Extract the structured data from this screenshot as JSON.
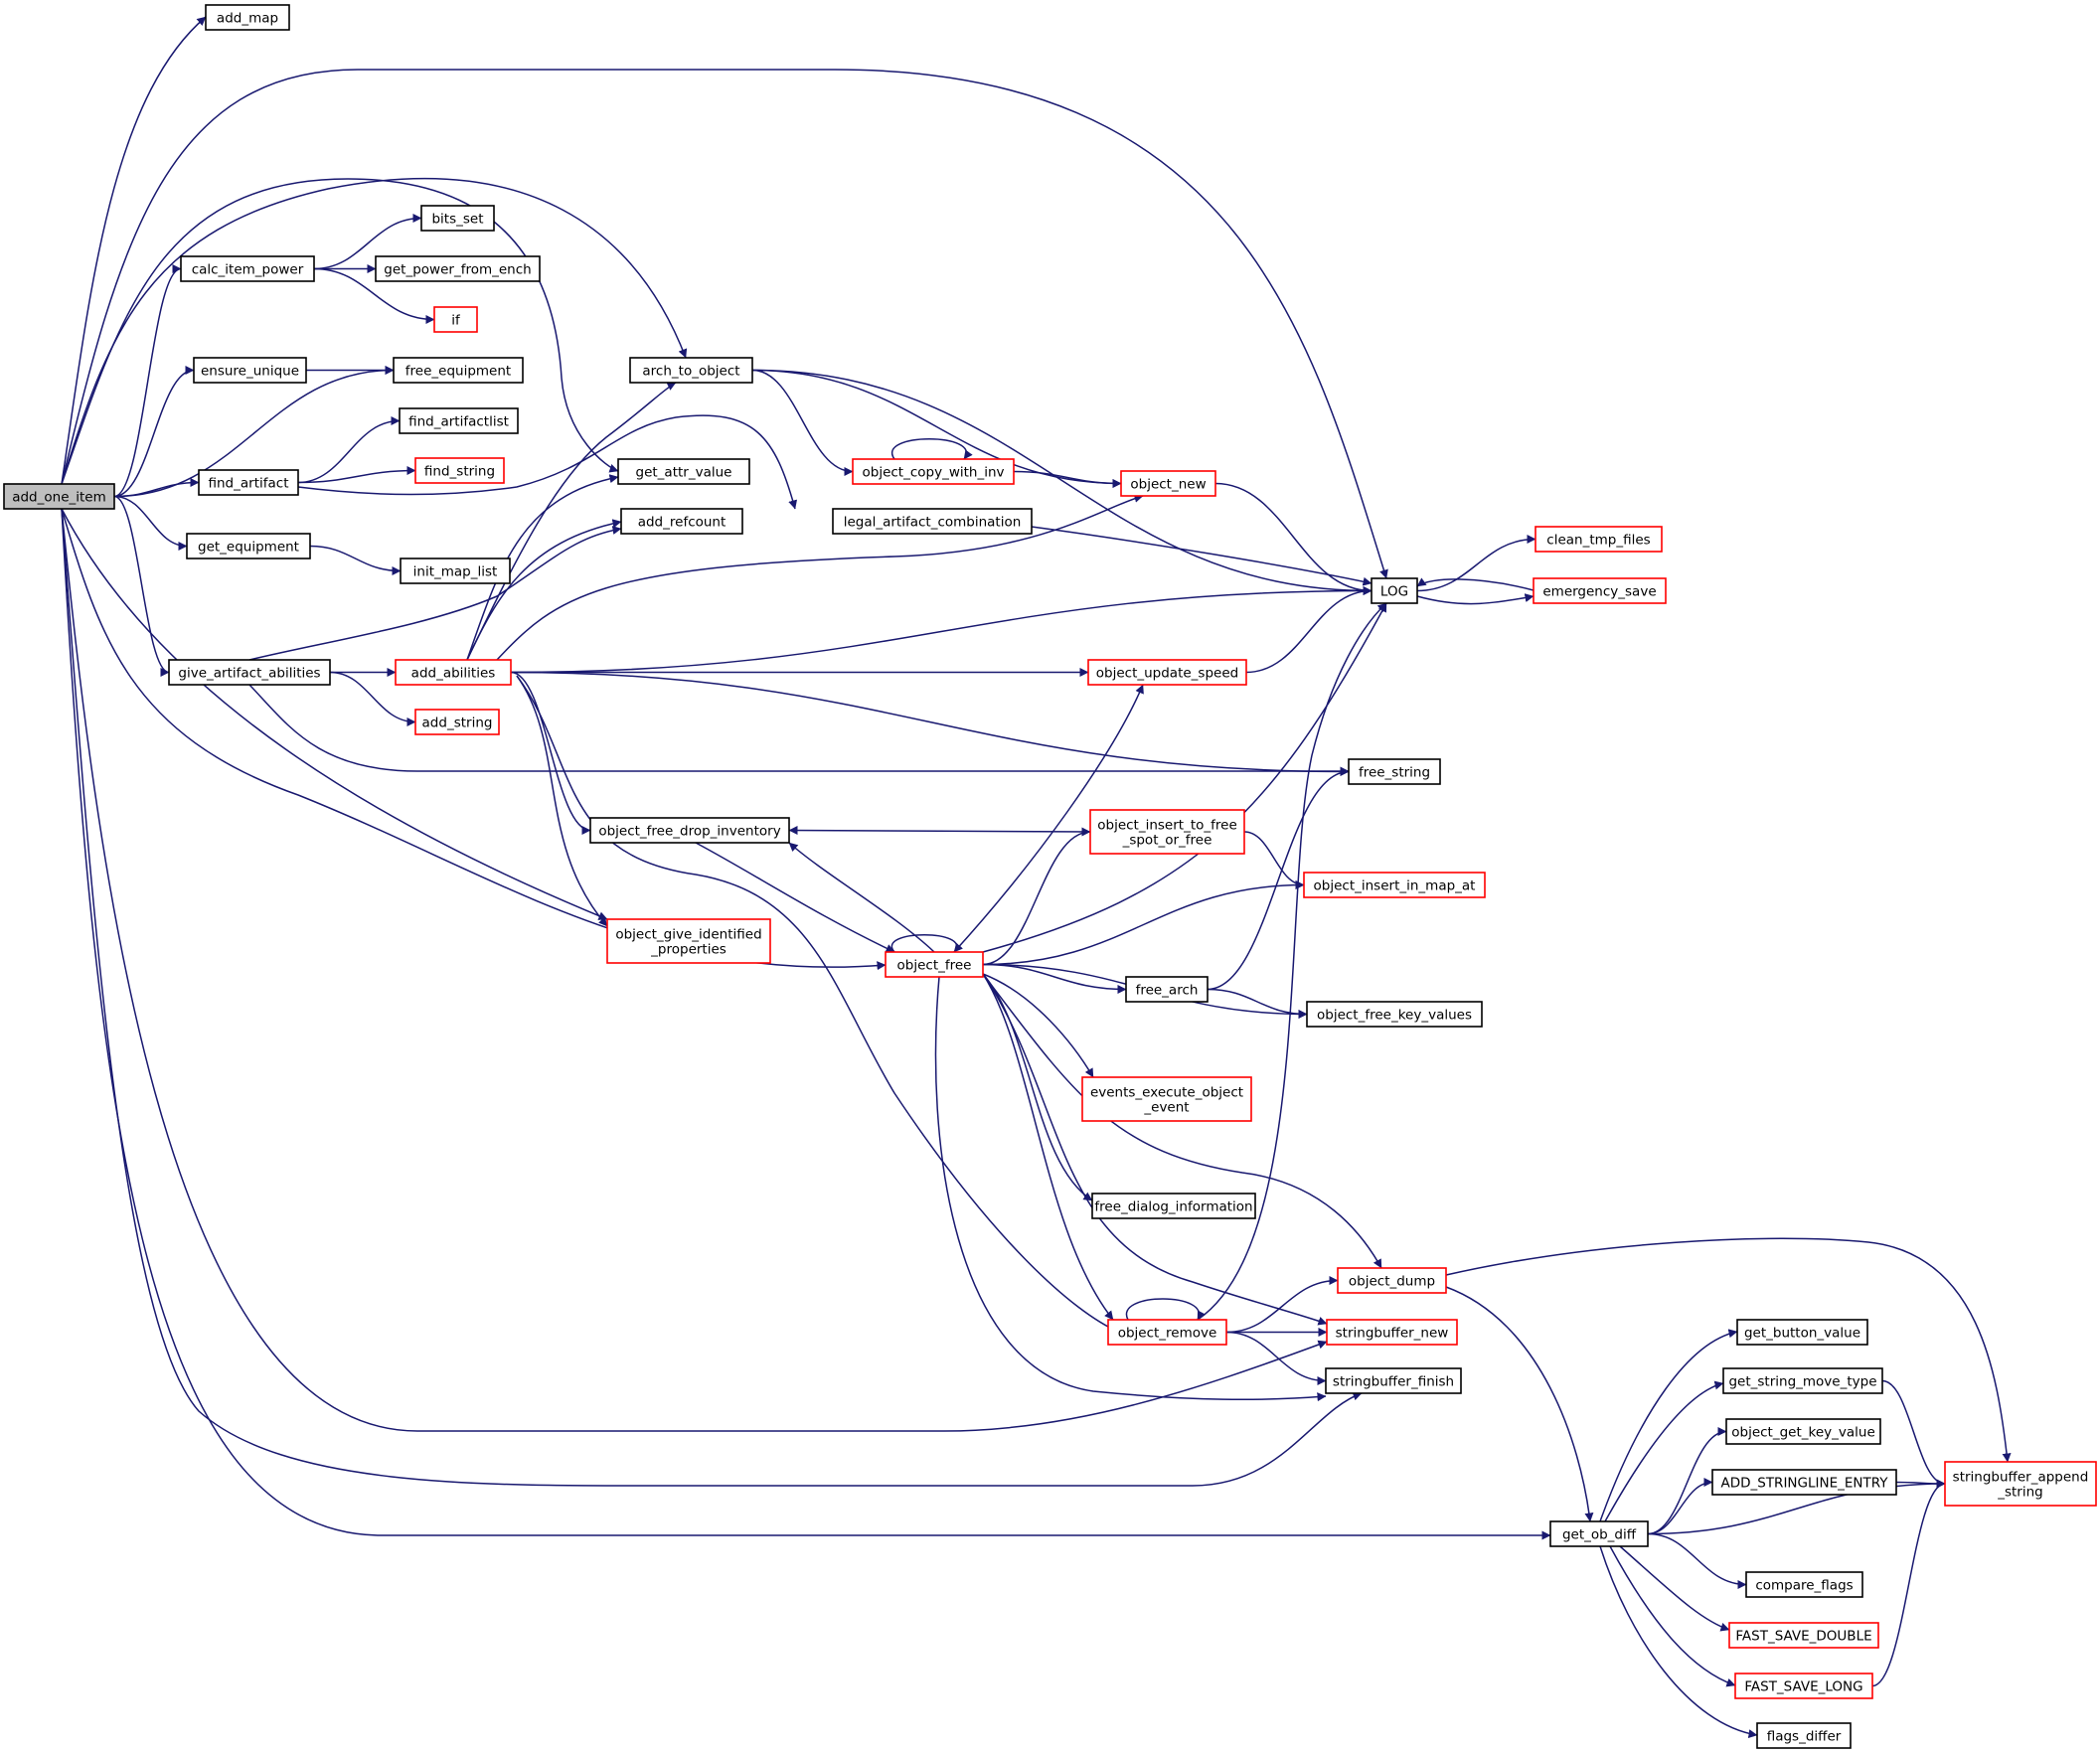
{
  "colors": {
    "edge": "#191970",
    "normal_border": "#000000",
    "truncated_border": "#ff0000",
    "root_fill": "#bfbfbf",
    "background": "#ffffff"
  },
  "nodes": [
    {
      "id": "add_one_item",
      "label": [
        "add_one_item"
      ],
      "kind": "root"
    },
    {
      "id": "add_map",
      "label": [
        "add_map"
      ],
      "kind": "normal"
    },
    {
      "id": "bits_set",
      "label": [
        "bits_set"
      ],
      "kind": "normal"
    },
    {
      "id": "calc_item_power",
      "label": [
        "calc_item_power"
      ],
      "kind": "normal"
    },
    {
      "id": "get_power_from_ench",
      "label": [
        "get_power_from_ench"
      ],
      "kind": "normal"
    },
    {
      "id": "if",
      "label": [
        "if"
      ],
      "kind": "truncated"
    },
    {
      "id": "ensure_unique",
      "label": [
        "ensure_unique"
      ],
      "kind": "normal"
    },
    {
      "id": "free_equipment",
      "label": [
        "free_equipment"
      ],
      "kind": "normal"
    },
    {
      "id": "arch_to_object",
      "label": [
        "arch_to_object"
      ],
      "kind": "normal"
    },
    {
      "id": "find_artifactlist",
      "label": [
        "find_artifactlist"
      ],
      "kind": "normal"
    },
    {
      "id": "find_artifact",
      "label": [
        "find_artifact"
      ],
      "kind": "normal"
    },
    {
      "id": "find_string",
      "label": [
        "find_string"
      ],
      "kind": "truncated"
    },
    {
      "id": "get_attr_value",
      "label": [
        "get_attr_value"
      ],
      "kind": "normal"
    },
    {
      "id": "object_copy_with_inv",
      "label": [
        "object_copy_with_inv"
      ],
      "kind": "truncated"
    },
    {
      "id": "object_new",
      "label": [
        "object_new"
      ],
      "kind": "truncated"
    },
    {
      "id": "add_refcount",
      "label": [
        "add_refcount"
      ],
      "kind": "normal"
    },
    {
      "id": "legal_artifact_combination",
      "label": [
        "legal_artifact_combination"
      ],
      "kind": "normal"
    },
    {
      "id": "get_equipment",
      "label": [
        "get_equipment"
      ],
      "kind": "normal"
    },
    {
      "id": "init_map_list",
      "label": [
        "init_map_list"
      ],
      "kind": "normal"
    },
    {
      "id": "clean_tmp_files",
      "label": [
        "clean_tmp_files"
      ],
      "kind": "truncated"
    },
    {
      "id": "LOG",
      "label": [
        "LOG"
      ],
      "kind": "normal"
    },
    {
      "id": "emergency_save",
      "label": [
        "emergency_save"
      ],
      "kind": "truncated"
    },
    {
      "id": "give_artifact_abilities",
      "label": [
        "give_artifact_abilities"
      ],
      "kind": "normal"
    },
    {
      "id": "add_abilities",
      "label": [
        "add_abilities"
      ],
      "kind": "truncated"
    },
    {
      "id": "object_update_speed",
      "label": [
        "object_update_speed"
      ],
      "kind": "truncated"
    },
    {
      "id": "add_string",
      "label": [
        "add_string"
      ],
      "kind": "truncated"
    },
    {
      "id": "free_string",
      "label": [
        "free_string"
      ],
      "kind": "normal"
    },
    {
      "id": "object_free_drop_inventory",
      "label": [
        "object_free_drop_inventory"
      ],
      "kind": "normal"
    },
    {
      "id": "object_insert_to_free_spot_or_free",
      "label": [
        "object_insert_to_free",
        "_spot_or_free"
      ],
      "kind": "truncated"
    },
    {
      "id": "object_insert_in_map_at",
      "label": [
        "object_insert_in_map_at"
      ],
      "kind": "truncated"
    },
    {
      "id": "object_give_identified_properties",
      "label": [
        "object_give_identified",
        "_properties"
      ],
      "kind": "truncated"
    },
    {
      "id": "object_free",
      "label": [
        "object_free"
      ],
      "kind": "truncated"
    },
    {
      "id": "free_arch",
      "label": [
        "free_arch"
      ],
      "kind": "normal"
    },
    {
      "id": "object_free_key_values",
      "label": [
        "object_free_key_values"
      ],
      "kind": "normal"
    },
    {
      "id": "events_execute_object_event",
      "label": [
        "events_execute_object",
        "_event"
      ],
      "kind": "truncated"
    },
    {
      "id": "free_dialog_information",
      "label": [
        "free_dialog_information"
      ],
      "kind": "normal"
    },
    {
      "id": "object_dump",
      "label": [
        "object_dump"
      ],
      "kind": "truncated"
    },
    {
      "id": "object_remove",
      "label": [
        "object_remove"
      ],
      "kind": "truncated"
    },
    {
      "id": "stringbuffer_new",
      "label": [
        "stringbuffer_new"
      ],
      "kind": "truncated"
    },
    {
      "id": "stringbuffer_finish",
      "label": [
        "stringbuffer_finish"
      ],
      "kind": "normal"
    },
    {
      "id": "get_button_value",
      "label": [
        "get_button_value"
      ],
      "kind": "normal"
    },
    {
      "id": "get_string_move_type",
      "label": [
        "get_string_move_type"
      ],
      "kind": "normal"
    },
    {
      "id": "object_get_key_value",
      "label": [
        "object_get_key_value"
      ],
      "kind": "normal"
    },
    {
      "id": "ADD_STRINGLINE_ENTRY",
      "label": [
        "ADD_STRINGLINE_ENTRY"
      ],
      "kind": "normal"
    },
    {
      "id": "stringbuffer_append_string",
      "label": [
        "stringbuffer_append",
        "_string"
      ],
      "kind": "truncated"
    },
    {
      "id": "get_ob_diff",
      "label": [
        "get_ob_diff"
      ],
      "kind": "normal"
    },
    {
      "id": "compare_flags",
      "label": [
        "compare_flags"
      ],
      "kind": "normal"
    },
    {
      "id": "FAST_SAVE_DOUBLE",
      "label": [
        "FAST_SAVE_DOUBLE"
      ],
      "kind": "truncated"
    },
    {
      "id": "FAST_SAVE_LONG",
      "label": [
        "FAST_SAVE_LONG"
      ],
      "kind": "truncated"
    },
    {
      "id": "flags_differ",
      "label": [
        "flags_differ"
      ],
      "kind": "normal"
    }
  ],
  "edges": [
    [
      "add_one_item",
      "add_map"
    ],
    [
      "add_one_item",
      "LOG"
    ],
    [
      "add_one_item",
      "get_attr_value"
    ],
    [
      "add_one_item",
      "arch_to_object"
    ],
    [
      "add_one_item",
      "calc_item_power"
    ],
    [
      "add_one_item",
      "ensure_unique"
    ],
    [
      "add_one_item",
      "free_equipment"
    ],
    [
      "add_one_item",
      "find_artifact"
    ],
    [
      "add_one_item",
      "get_equipment"
    ],
    [
      "add_one_item",
      "give_artifact_abilities"
    ],
    [
      "add_one_item",
      "object_give_identified_properties"
    ],
    [
      "add_one_item",
      "object_free"
    ],
    [
      "add_one_item",
      "stringbuffer_new"
    ],
    [
      "add_one_item",
      "stringbuffer_finish"
    ],
    [
      "add_one_item",
      "get_ob_diff"
    ],
    [
      "calc_item_power",
      "bits_set"
    ],
    [
      "calc_item_power",
      "get_power_from_ench"
    ],
    [
      "calc_item_power",
      "if"
    ],
    [
      "ensure_unique",
      "free_equipment"
    ],
    [
      "find_artifact",
      "find_artifactlist"
    ],
    [
      "find_artifact",
      "find_string"
    ],
    [
      "find_artifact",
      "legal_artifact_combination"
    ],
    [
      "get_equipment",
      "init_map_list"
    ],
    [
      "give_artifact_abilities",
      "add_abilities"
    ],
    [
      "give_artifact_abilities",
      "add_string"
    ],
    [
      "give_artifact_abilities",
      "add_refcount"
    ],
    [
      "give_artifact_abilities",
      "free_string"
    ],
    [
      "add_abilities",
      "arch_to_object"
    ],
    [
      "add_abilities",
      "get_attr_value"
    ],
    [
      "add_abilities",
      "add_refcount"
    ],
    [
      "add_abilities",
      "object_new"
    ],
    [
      "add_abilities",
      "LOG"
    ],
    [
      "add_abilities",
      "object_update_speed"
    ],
    [
      "add_abilities",
      "free_string"
    ],
    [
      "add_abilities",
      "object_free_drop_inventory"
    ],
    [
      "add_abilities",
      "object_give_identified_properties"
    ],
    [
      "add_abilities",
      "object_remove"
    ],
    [
      "arch_to_object",
      "LOG"
    ],
    [
      "arch_to_object",
      "object_copy_with_inv"
    ],
    [
      "arch_to_object",
      "object_new"
    ],
    [
      "object_copy_with_inv",
      "object_copy_with_inv"
    ],
    [
      "object_copy_with_inv",
      "object_new"
    ],
    [
      "object_new",
      "LOG"
    ],
    [
      "legal_artifact_combination",
      "LOG"
    ],
    [
      "LOG",
      "clean_tmp_files"
    ],
    [
      "LOG",
      "emergency_save"
    ],
    [
      "emergency_save",
      "LOG"
    ],
    [
      "object_update_speed",
      "LOG"
    ],
    [
      "object_insert_to_free_spot_or_free",
      "object_free_drop_inventory"
    ],
    [
      "object_insert_to_free_spot_or_free",
      "object_insert_in_map_at"
    ],
    [
      "object_free_drop_inventory",
      "object_free"
    ],
    [
      "object_free",
      "object_free"
    ],
    [
      "object_free",
      "object_free_drop_inventory"
    ],
    [
      "object_free",
      "object_update_speed"
    ],
    [
      "object_free",
      "object_insert_to_free_spot_or_free"
    ],
    [
      "object_free",
      "LOG"
    ],
    [
      "object_free",
      "object_insert_in_map_at"
    ],
    [
      "object_free",
      "free_arch"
    ],
    [
      "object_free",
      "object_free_key_values"
    ],
    [
      "object_free",
      "events_execute_object_event"
    ],
    [
      "object_free",
      "free_dialog_information"
    ],
    [
      "object_free",
      "object_dump"
    ],
    [
      "object_free",
      "object_remove"
    ],
    [
      "object_free",
      "stringbuffer_new"
    ],
    [
      "object_free",
      "stringbuffer_finish"
    ],
    [
      "free_arch",
      "free_string"
    ],
    [
      "free_arch",
      "object_free_key_values"
    ],
    [
      "object_remove",
      "object_remove"
    ],
    [
      "object_remove",
      "LOG"
    ],
    [
      "object_remove",
      "object_dump"
    ],
    [
      "object_remove",
      "stringbuffer_new"
    ],
    [
      "object_remove",
      "stringbuffer_finish"
    ],
    [
      "object_dump",
      "stringbuffer_append_string"
    ],
    [
      "object_dump",
      "get_ob_diff"
    ],
    [
      "get_ob_diff",
      "get_button_value"
    ],
    [
      "get_ob_diff",
      "get_string_move_type"
    ],
    [
      "get_ob_diff",
      "object_get_key_value"
    ],
    [
      "get_ob_diff",
      "ADD_STRINGLINE_ENTRY"
    ],
    [
      "get_ob_diff",
      "stringbuffer_append_string"
    ],
    [
      "get_ob_diff",
      "compare_flags"
    ],
    [
      "get_ob_diff",
      "FAST_SAVE_DOUBLE"
    ],
    [
      "get_ob_diff",
      "FAST_SAVE_LONG"
    ],
    [
      "get_ob_diff",
      "flags_differ"
    ],
    [
      "get_string_move_type",
      "stringbuffer_append_string"
    ],
    [
      "ADD_STRINGLINE_ENTRY",
      "stringbuffer_append_string"
    ],
    [
      "FAST_SAVE_LONG",
      "stringbuffer_append_string"
    ]
  ]
}
